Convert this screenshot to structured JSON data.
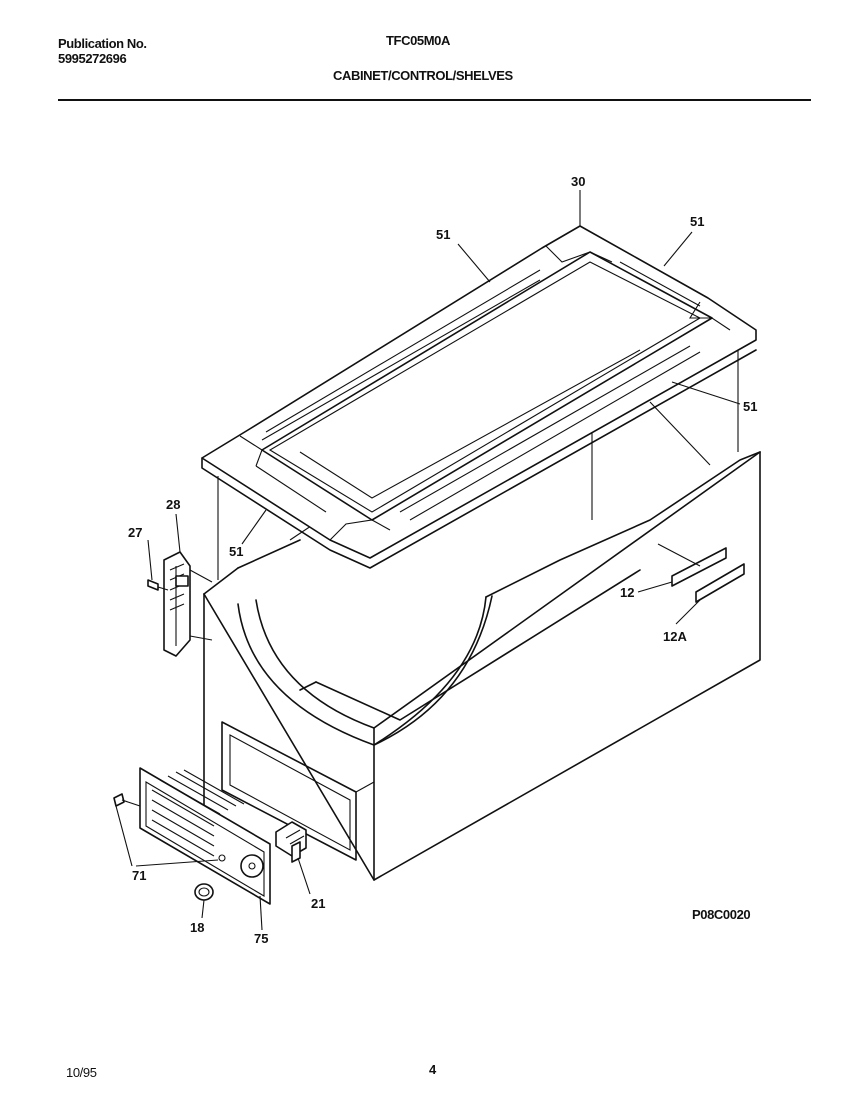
{
  "header": {
    "publication_label": "Publication No.",
    "publication_number": "5995272696",
    "model": "TFC05M0A",
    "section_title": "CABINET/CONTROL/SHELVES"
  },
  "diagram": {
    "drawing_code": "P08C0020",
    "callouts": {
      "c30": "30",
      "c51_left": "51",
      "c51_right": "51",
      "c51_front": "51",
      "c51_bottom": "51",
      "c28": "28",
      "c27": "27",
      "c12": "12",
      "c12a": "12A",
      "c71": "71",
      "c21": "21",
      "c18": "18",
      "c75": "75"
    }
  },
  "footer": {
    "date": "10/95",
    "page": "4"
  }
}
